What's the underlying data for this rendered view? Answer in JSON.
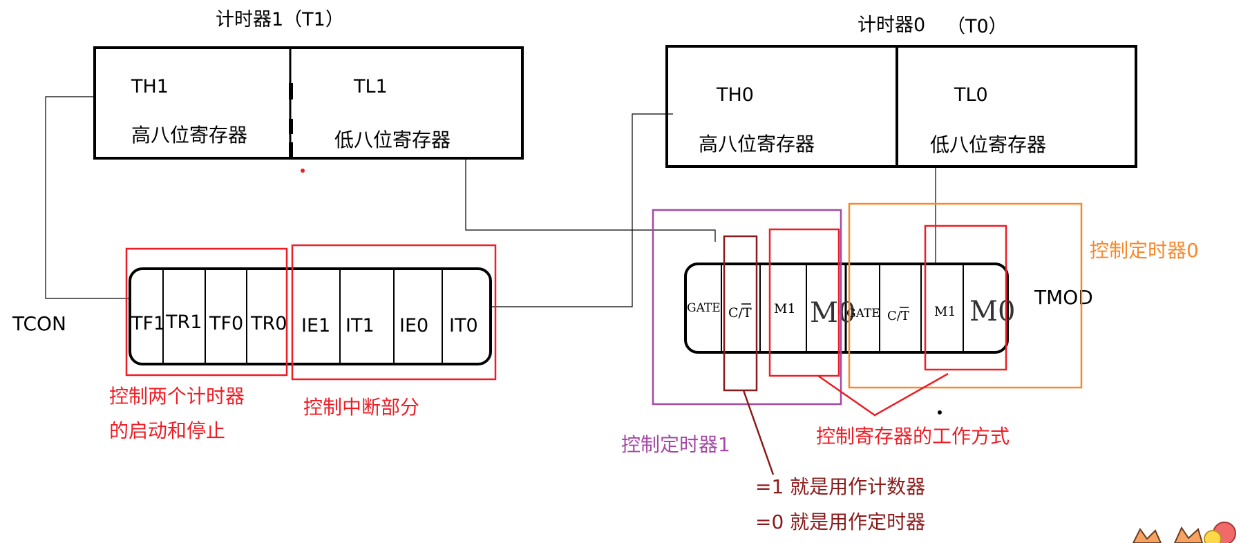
{
  "timer1": {
    "title": "计时器1（T1）",
    "th": "TH1",
    "th_desc": "高八位寄存器",
    "tl": "TL1",
    "tl_desc": "低八位寄存器"
  },
  "timer0": {
    "title_main": "计时器0",
    "title_paren": "（T0）",
    "th": "TH0",
    "th_desc": "高八位寄存器",
    "tl": "TL0",
    "tl_desc": "低八位寄存器"
  },
  "tcon": {
    "label": "TCON",
    "bits": [
      "TF1",
      "TR1",
      "TF0",
      "TR0",
      "IE1",
      "IT1",
      "IE0",
      "IT0"
    ],
    "note_start_stop_line1": "控制两个计时器",
    "note_start_stop_line2": "的启动和停止",
    "note_interrupt": "控制中断部分"
  },
  "tmod": {
    "label": "TMOD",
    "bits": [
      "GATE",
      "C/T",
      "M1",
      "M0",
      "GATE",
      "C/T",
      "M1",
      "M0"
    ],
    "note_timer1": "控制定时器1",
    "note_timer0": "控制定时器0",
    "note_mode": "控制寄存器的工作方式",
    "note_ct_1": "=1 就是用作计数器",
    "note_ct_0": "=0 就是用作定时器"
  },
  "colors": {
    "red": "#ee1c24",
    "darkred": "#8b1a1a",
    "purple": "#a349a4",
    "orange": "#f7882b",
    "black": "#000000"
  }
}
